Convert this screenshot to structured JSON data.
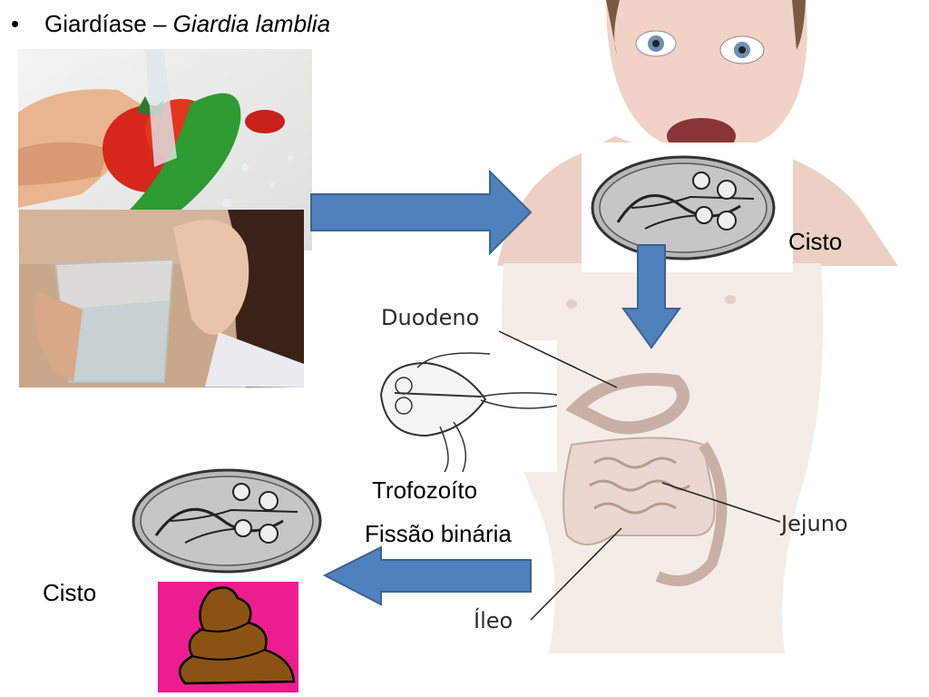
{
  "title": {
    "bullet": "•",
    "disease": "Giardíase –",
    "organism": "Giardia lamblia"
  },
  "labels": {
    "cisto_top": "Cisto",
    "cisto_bottom": "Cisto",
    "trofozoito": "Trofozoíto",
    "fissao": "Fissão binária"
  },
  "anatomy": {
    "duodeno": "Duodeno",
    "jejuno": "Jejuno",
    "ileo": "Íleo"
  },
  "colors": {
    "arrow_fill": "#4f81bd",
    "arrow_stroke": "#3a6593",
    "feces_bg": "#ec1e8f",
    "feces_fill": "#8b5313"
  }
}
